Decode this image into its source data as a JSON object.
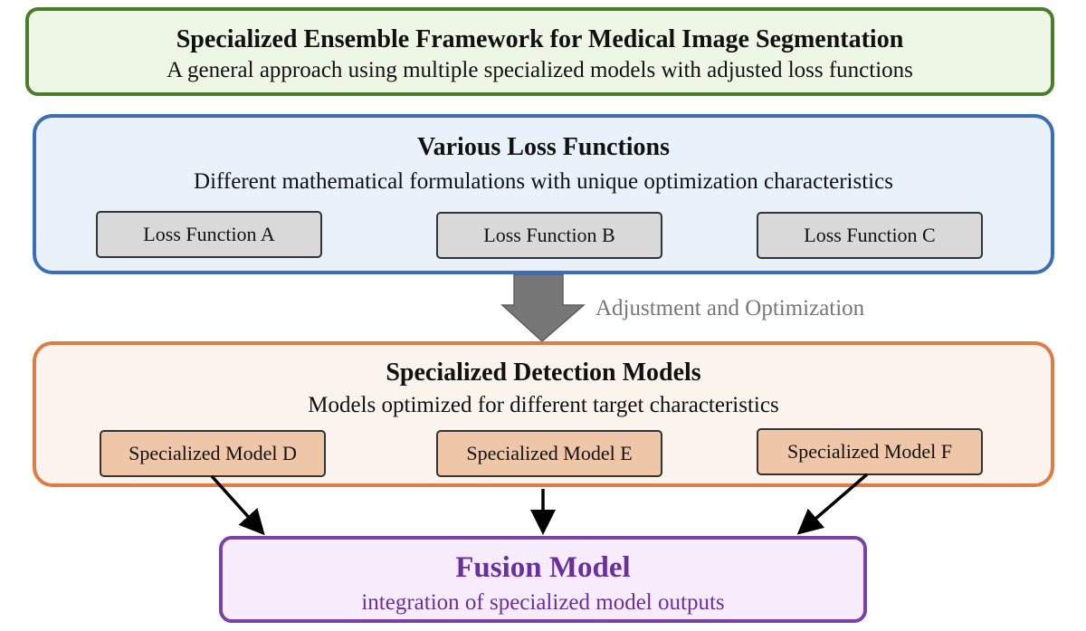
{
  "header": {
    "title": "Specialized Ensemble Framework for Medical Image Segmentation",
    "subtitle": "A general approach using multiple specialized models with adjusted loss functions"
  },
  "loss_panel": {
    "title": "Various Loss Functions",
    "subtitle": "Different mathematical formulations with unique optimization characteristics",
    "items": [
      "Loss Function A",
      "Loss Function B",
      "Loss Function C"
    ]
  },
  "transition": {
    "label": "Adjustment and Optimization"
  },
  "models_panel": {
    "title": "Specialized Detection Models",
    "subtitle": "Models optimized for different target characteristics",
    "items": [
      "Specialized Model D",
      "Specialized Model E",
      "Specialized Model F"
    ]
  },
  "fusion_panel": {
    "title": "Fusion Model",
    "subtitle": "integration of specialized model outputs"
  },
  "colors": {
    "header_border": "#4a7d2a",
    "loss_border": "#3a6fb8",
    "models_border": "#de7c46",
    "fusion_border": "#7a41a8",
    "fusion_text": "#6a2f9e",
    "arrow_gray": "#777777"
  }
}
